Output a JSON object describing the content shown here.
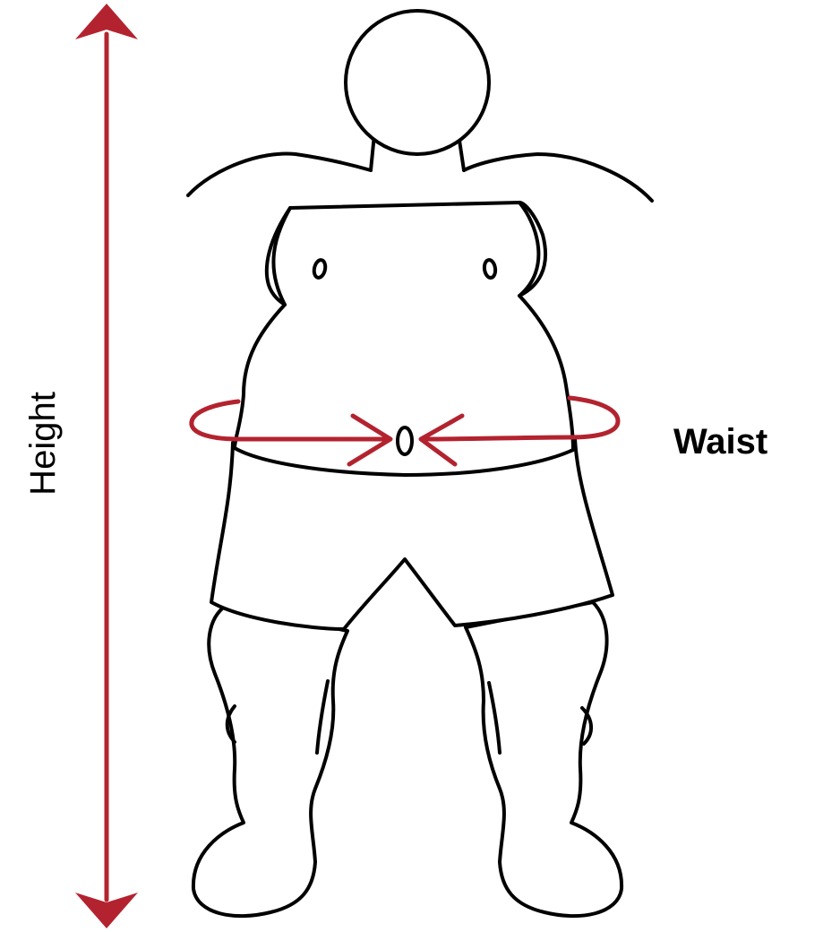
{
  "labels": {
    "height": "Height",
    "waist": "Waist"
  },
  "colors": {
    "measure": "#b3232f",
    "outline": "#000000",
    "background": "#ffffff"
  },
  "icons": {
    "height_arrow": "double-headed-vertical-arrow",
    "waist_loop": "waist-measuring-tape",
    "figure": "human-body-outline"
  }
}
